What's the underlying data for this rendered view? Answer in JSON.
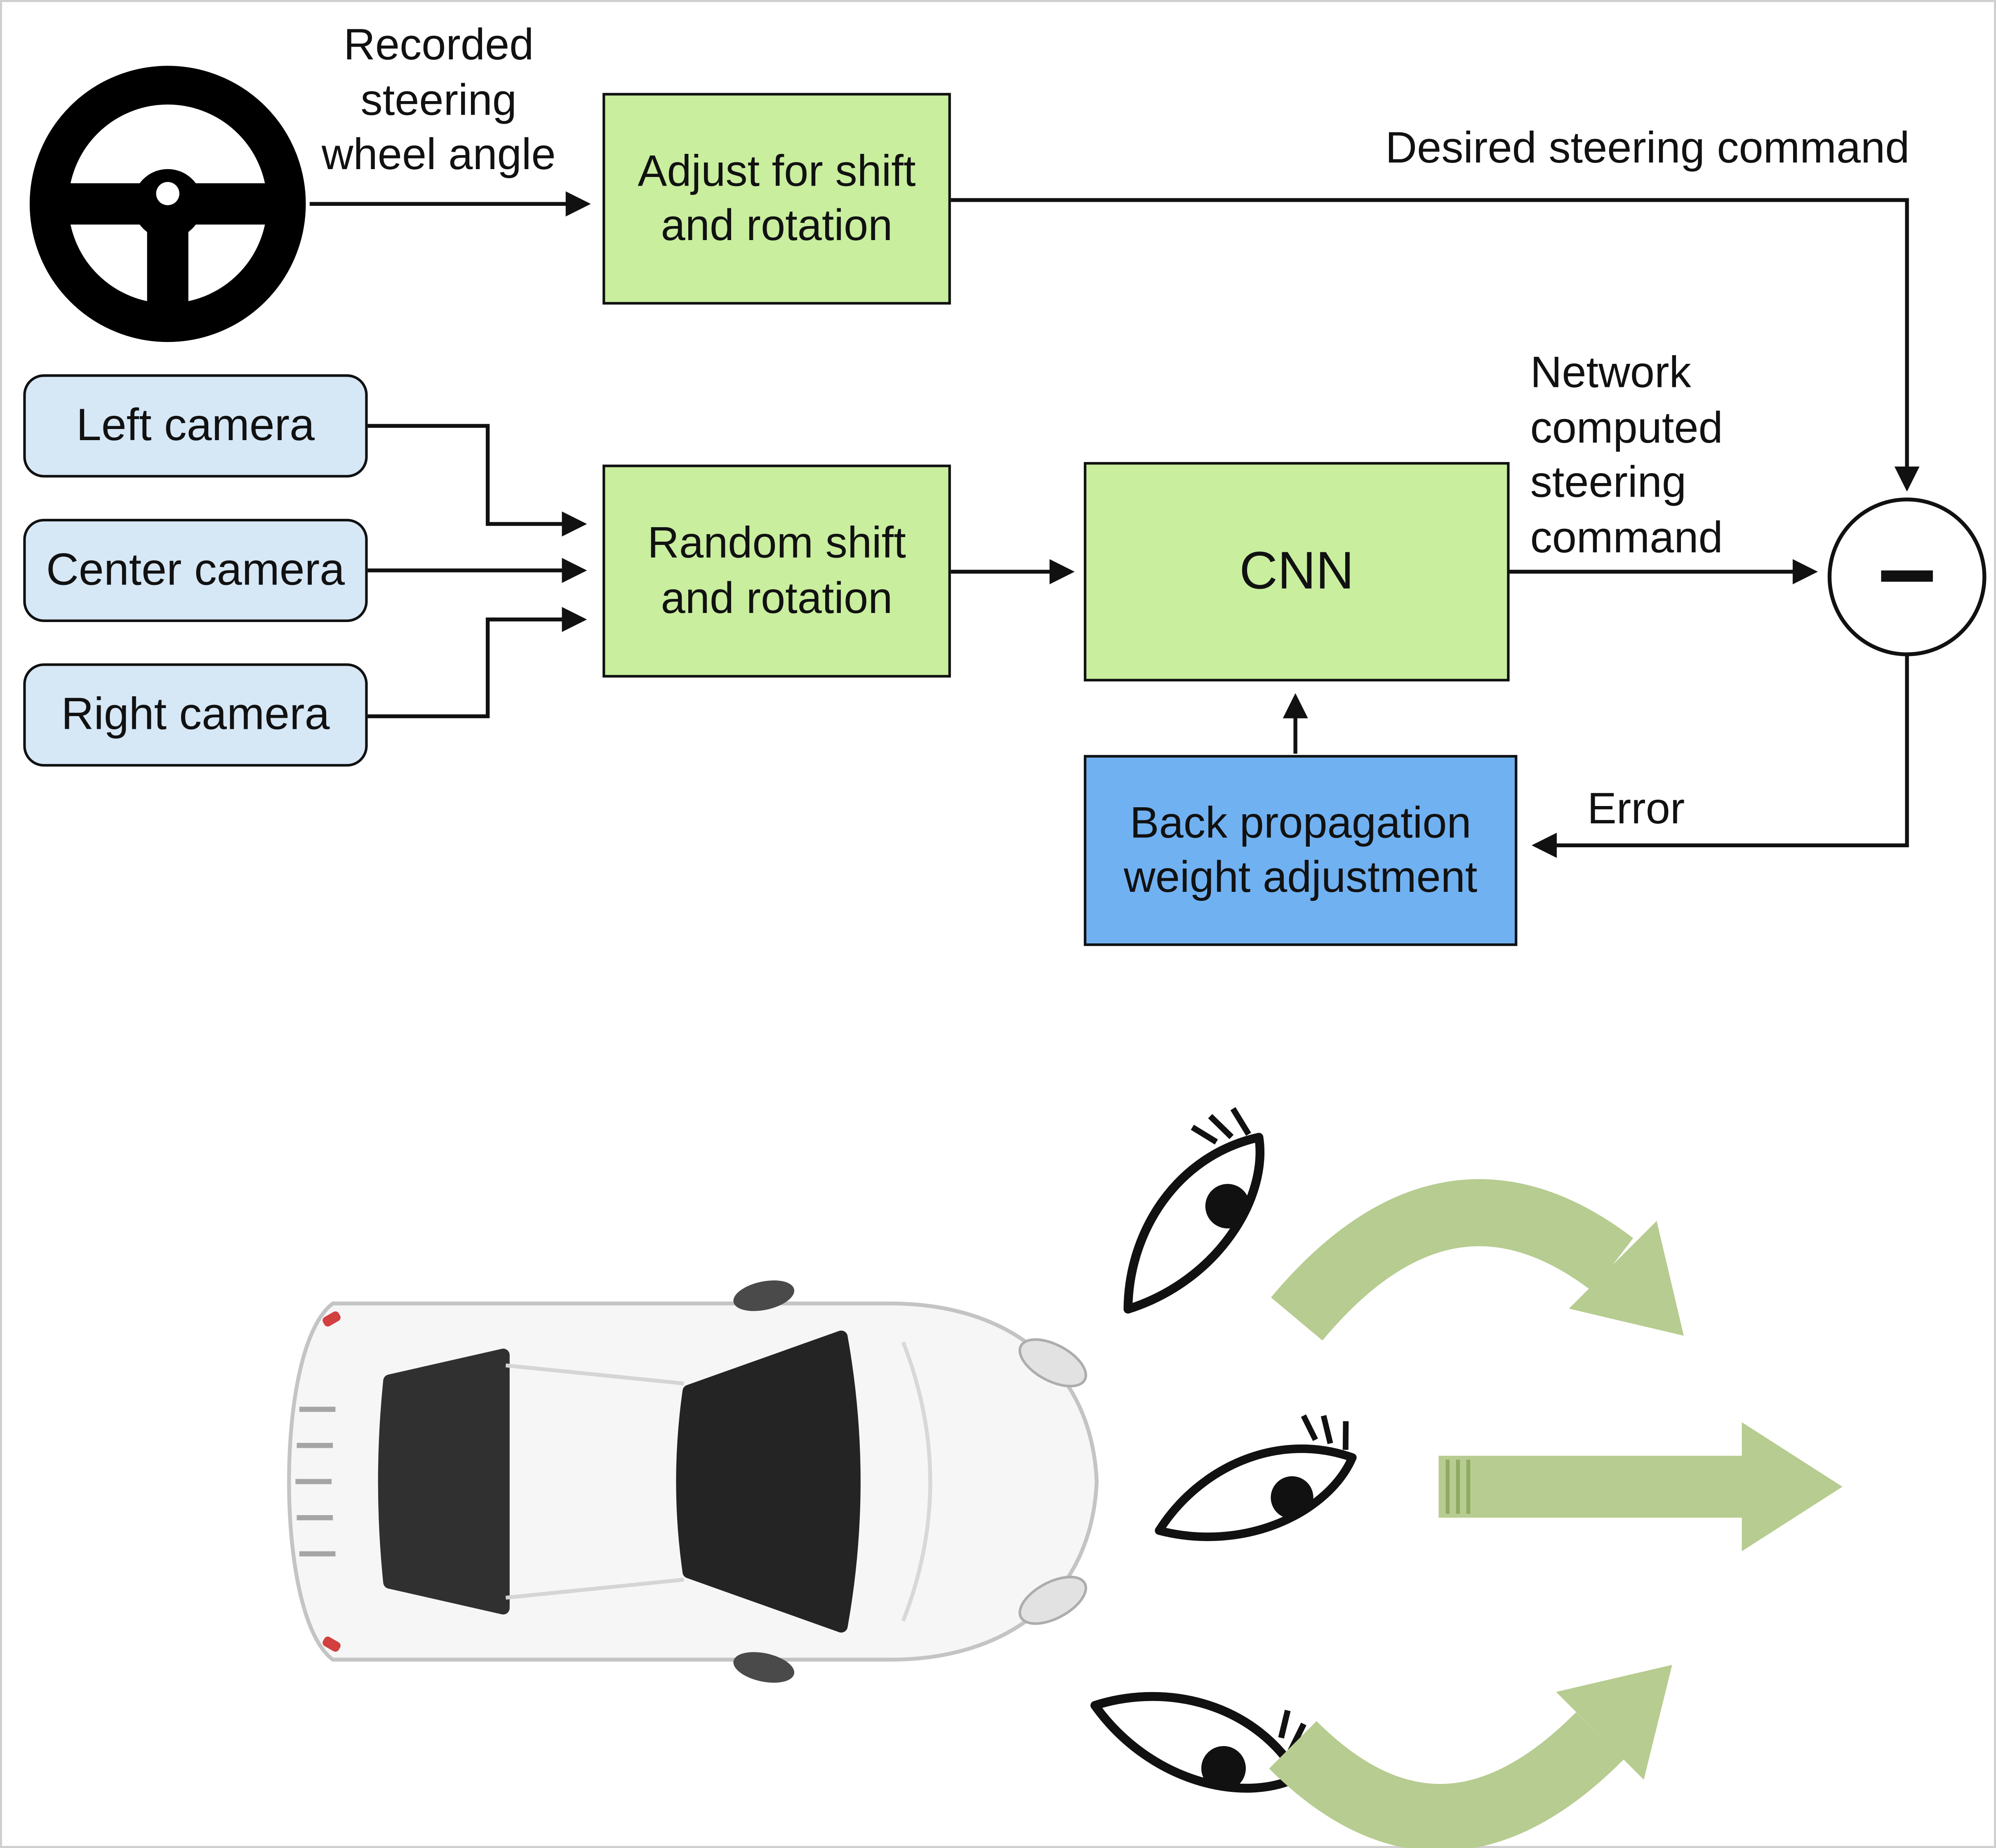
{
  "colors": {
    "box-green": "#c8ee9e",
    "camera-blue": "#d6e7f6",
    "backprop-blue": "#70b1f2",
    "arrow-green": "#b7cc90",
    "arrow-green-dark": "#8faa63",
    "line": "#111111"
  },
  "flow": {
    "recorded_label": [
      "Recorded",
      "steering",
      "wheel angle"
    ],
    "adjust_box": [
      "Adjust for shift",
      "and rotation"
    ],
    "desired_label": "Desired steering command",
    "cameras": [
      {
        "label": "Left camera"
      },
      {
        "label": "Center camera"
      },
      {
        "label": "Right camera"
      }
    ],
    "random_box": [
      "Random shift",
      "and rotation"
    ],
    "cnn_box": "CNN",
    "network_label": [
      "Network",
      "computed",
      "steering",
      "command"
    ],
    "minus_symbol": "−",
    "error_label": "Error",
    "backprop_box": [
      "Back propagation",
      "weight adjustment"
    ]
  },
  "illustration": {
    "icons": [
      "steering-wheel-icon",
      "car-top-view",
      "eye-icon-top",
      "eye-icon-middle",
      "eye-icon-bottom",
      "curved-arrow-up-icon",
      "straight-arrow-right-icon",
      "curved-arrow-down-icon",
      "minus-circle-icon"
    ]
  }
}
